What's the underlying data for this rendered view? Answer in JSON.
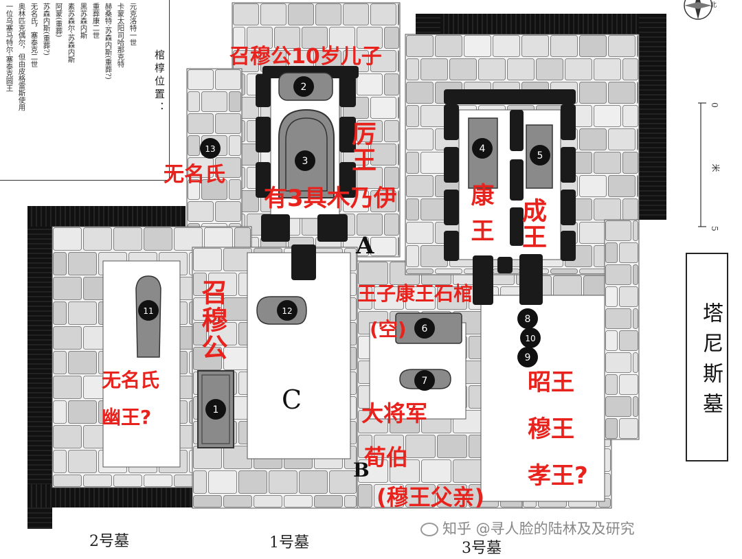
{
  "diagram": {
    "title": "塔尼斯墓",
    "tombs": [
      {
        "id": "tomb-2",
        "label": "2号墓"
      },
      {
        "id": "tomb-1",
        "label": "1号墓"
      },
      {
        "id": "tomb-3",
        "label": "3号墓"
      }
    ],
    "notes_heading": "棺椁位置：",
    "notes_lines": [
      "一位乌塞马特尔·塞泰克圆王",
      "奥林匹克偶尔，但由皮格雷斯使用",
      "无名氏，塞泰克二世",
      "苏森内斯(重葬?)",
      "阿蒙(重葬)",
      "素苏森尔·苏森内斯",
      "黑苏森内斯",
      "重葬康二世",
      "赫桑特·苏森内斯(重葬?)",
      "卡蒙太阳司哈那克特",
      "元克洛特一世"
    ],
    "coffins": [
      {
        "num": "1",
        "color": "#111111"
      },
      {
        "num": "2",
        "color": "#111111"
      },
      {
        "num": "3",
        "color": "#111111"
      },
      {
        "num": "4",
        "color": "#111111"
      },
      {
        "num": "5",
        "color": "#111111"
      },
      {
        "num": "6",
        "color": "#111111"
      },
      {
        "num": "7",
        "color": "#111111"
      },
      {
        "num": "8",
        "color": "#111111"
      },
      {
        "num": "9",
        "color": "#111111"
      },
      {
        "num": "10",
        "color": "#111111"
      },
      {
        "num": "11",
        "color": "#111111"
      },
      {
        "num": "12",
        "color": "#111111"
      },
      {
        "num": "13",
        "color": "#111111"
      }
    ],
    "letters": {
      "a": "A",
      "b": "B",
      "c": "C"
    },
    "scale": {
      "zero": "0",
      "five": "5",
      "unit": "米"
    },
    "compass_letter": "北",
    "annotations": {
      "son": "召穆公10岁儿子",
      "li": "厉王",
      "three_mummies": "有3具木乃伊",
      "kang": "康王",
      "cheng": "成王",
      "wuming_top": "无名氏",
      "zhaomu": "召穆公",
      "prince": "王子康王石棺",
      "empty": "(空)",
      "wuming_bottom": "无名氏",
      "you": "幽王?",
      "general": "大将军",
      "xun": "荀伯",
      "father": "(穆王父亲)",
      "zhao": "昭王",
      "mu": "穆王",
      "xiao": "孝王?"
    },
    "watermark": "知乎 @寻人脸的陆林及及研究",
    "colors": {
      "annotation": "#e8231d",
      "stone": "#d9d9d9",
      "wall": "#111111",
      "coffin": "#8a8a8a"
    }
  }
}
